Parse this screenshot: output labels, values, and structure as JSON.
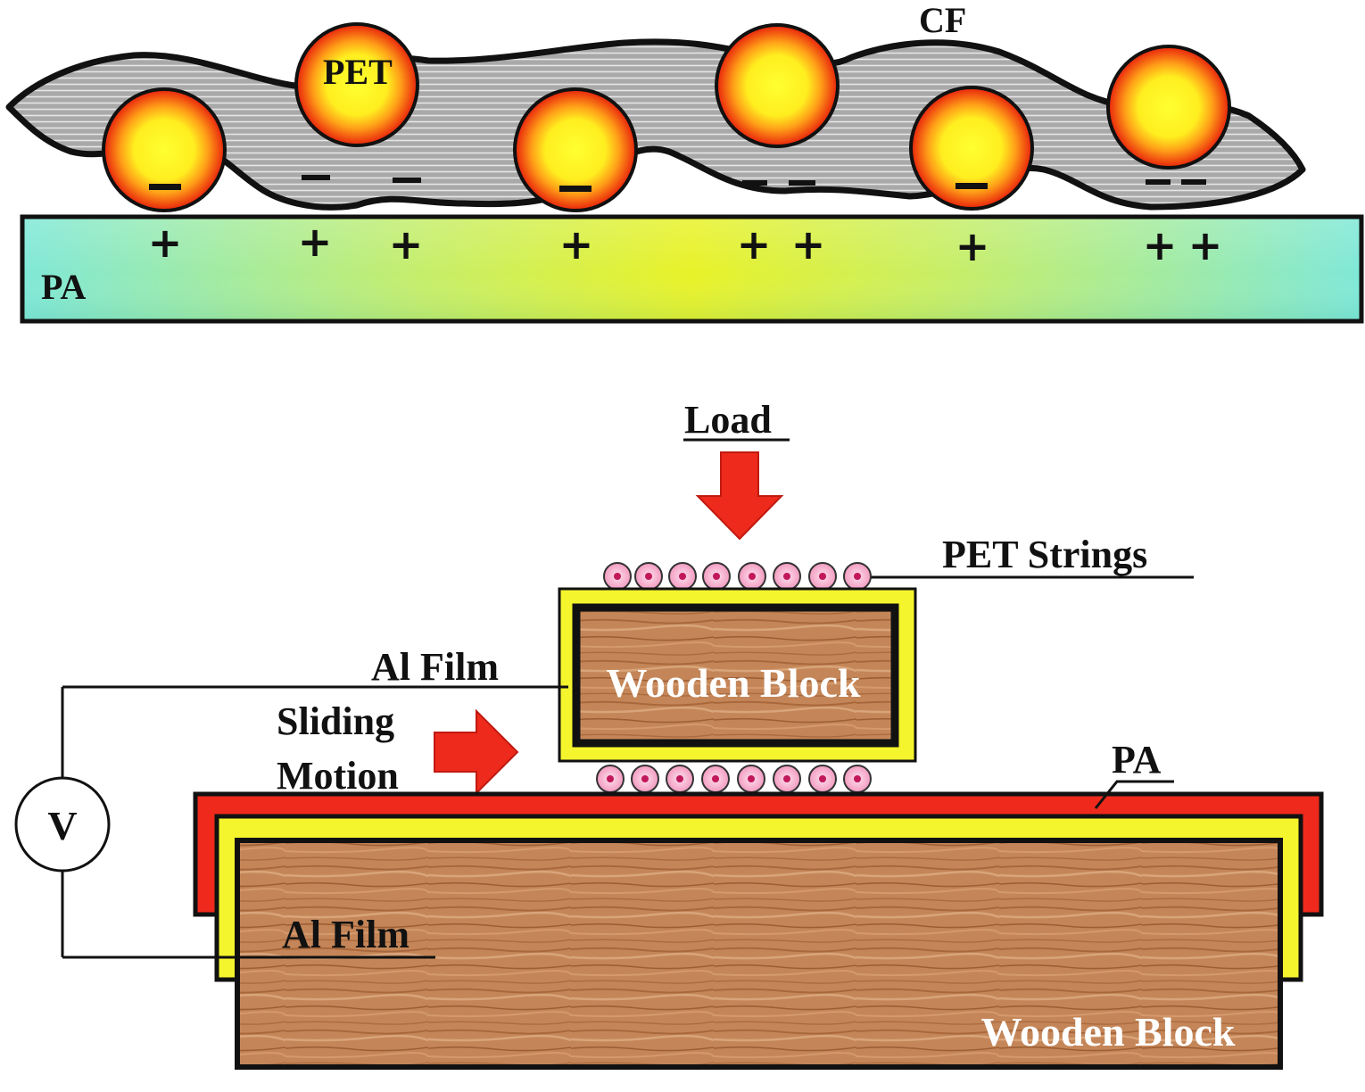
{
  "top": {
    "cf_label": "CF",
    "pet_label": "PET",
    "pa_label": "PA",
    "negative_sign": "−",
    "positive_sign": "+"
  },
  "bottom": {
    "load_label": "Load",
    "pet_strings_label": "PET Strings",
    "al_film_upper_label": "Al Film",
    "sliding_label": "Sliding",
    "motion_label": "Motion",
    "upper_block_label": "Wooden Block",
    "pa_label": "PA",
    "al_film_lower_label": "Al Film",
    "lower_block_label": "Wooden Block",
    "voltmeter_label": "V"
  },
  "colors": {
    "pa_layer": "#ef2a1d",
    "al_film": "#f5f52e",
    "wood": "#c48658",
    "arrow": "#ee2a1c",
    "pet_fiber": "#f7a9c8"
  }
}
